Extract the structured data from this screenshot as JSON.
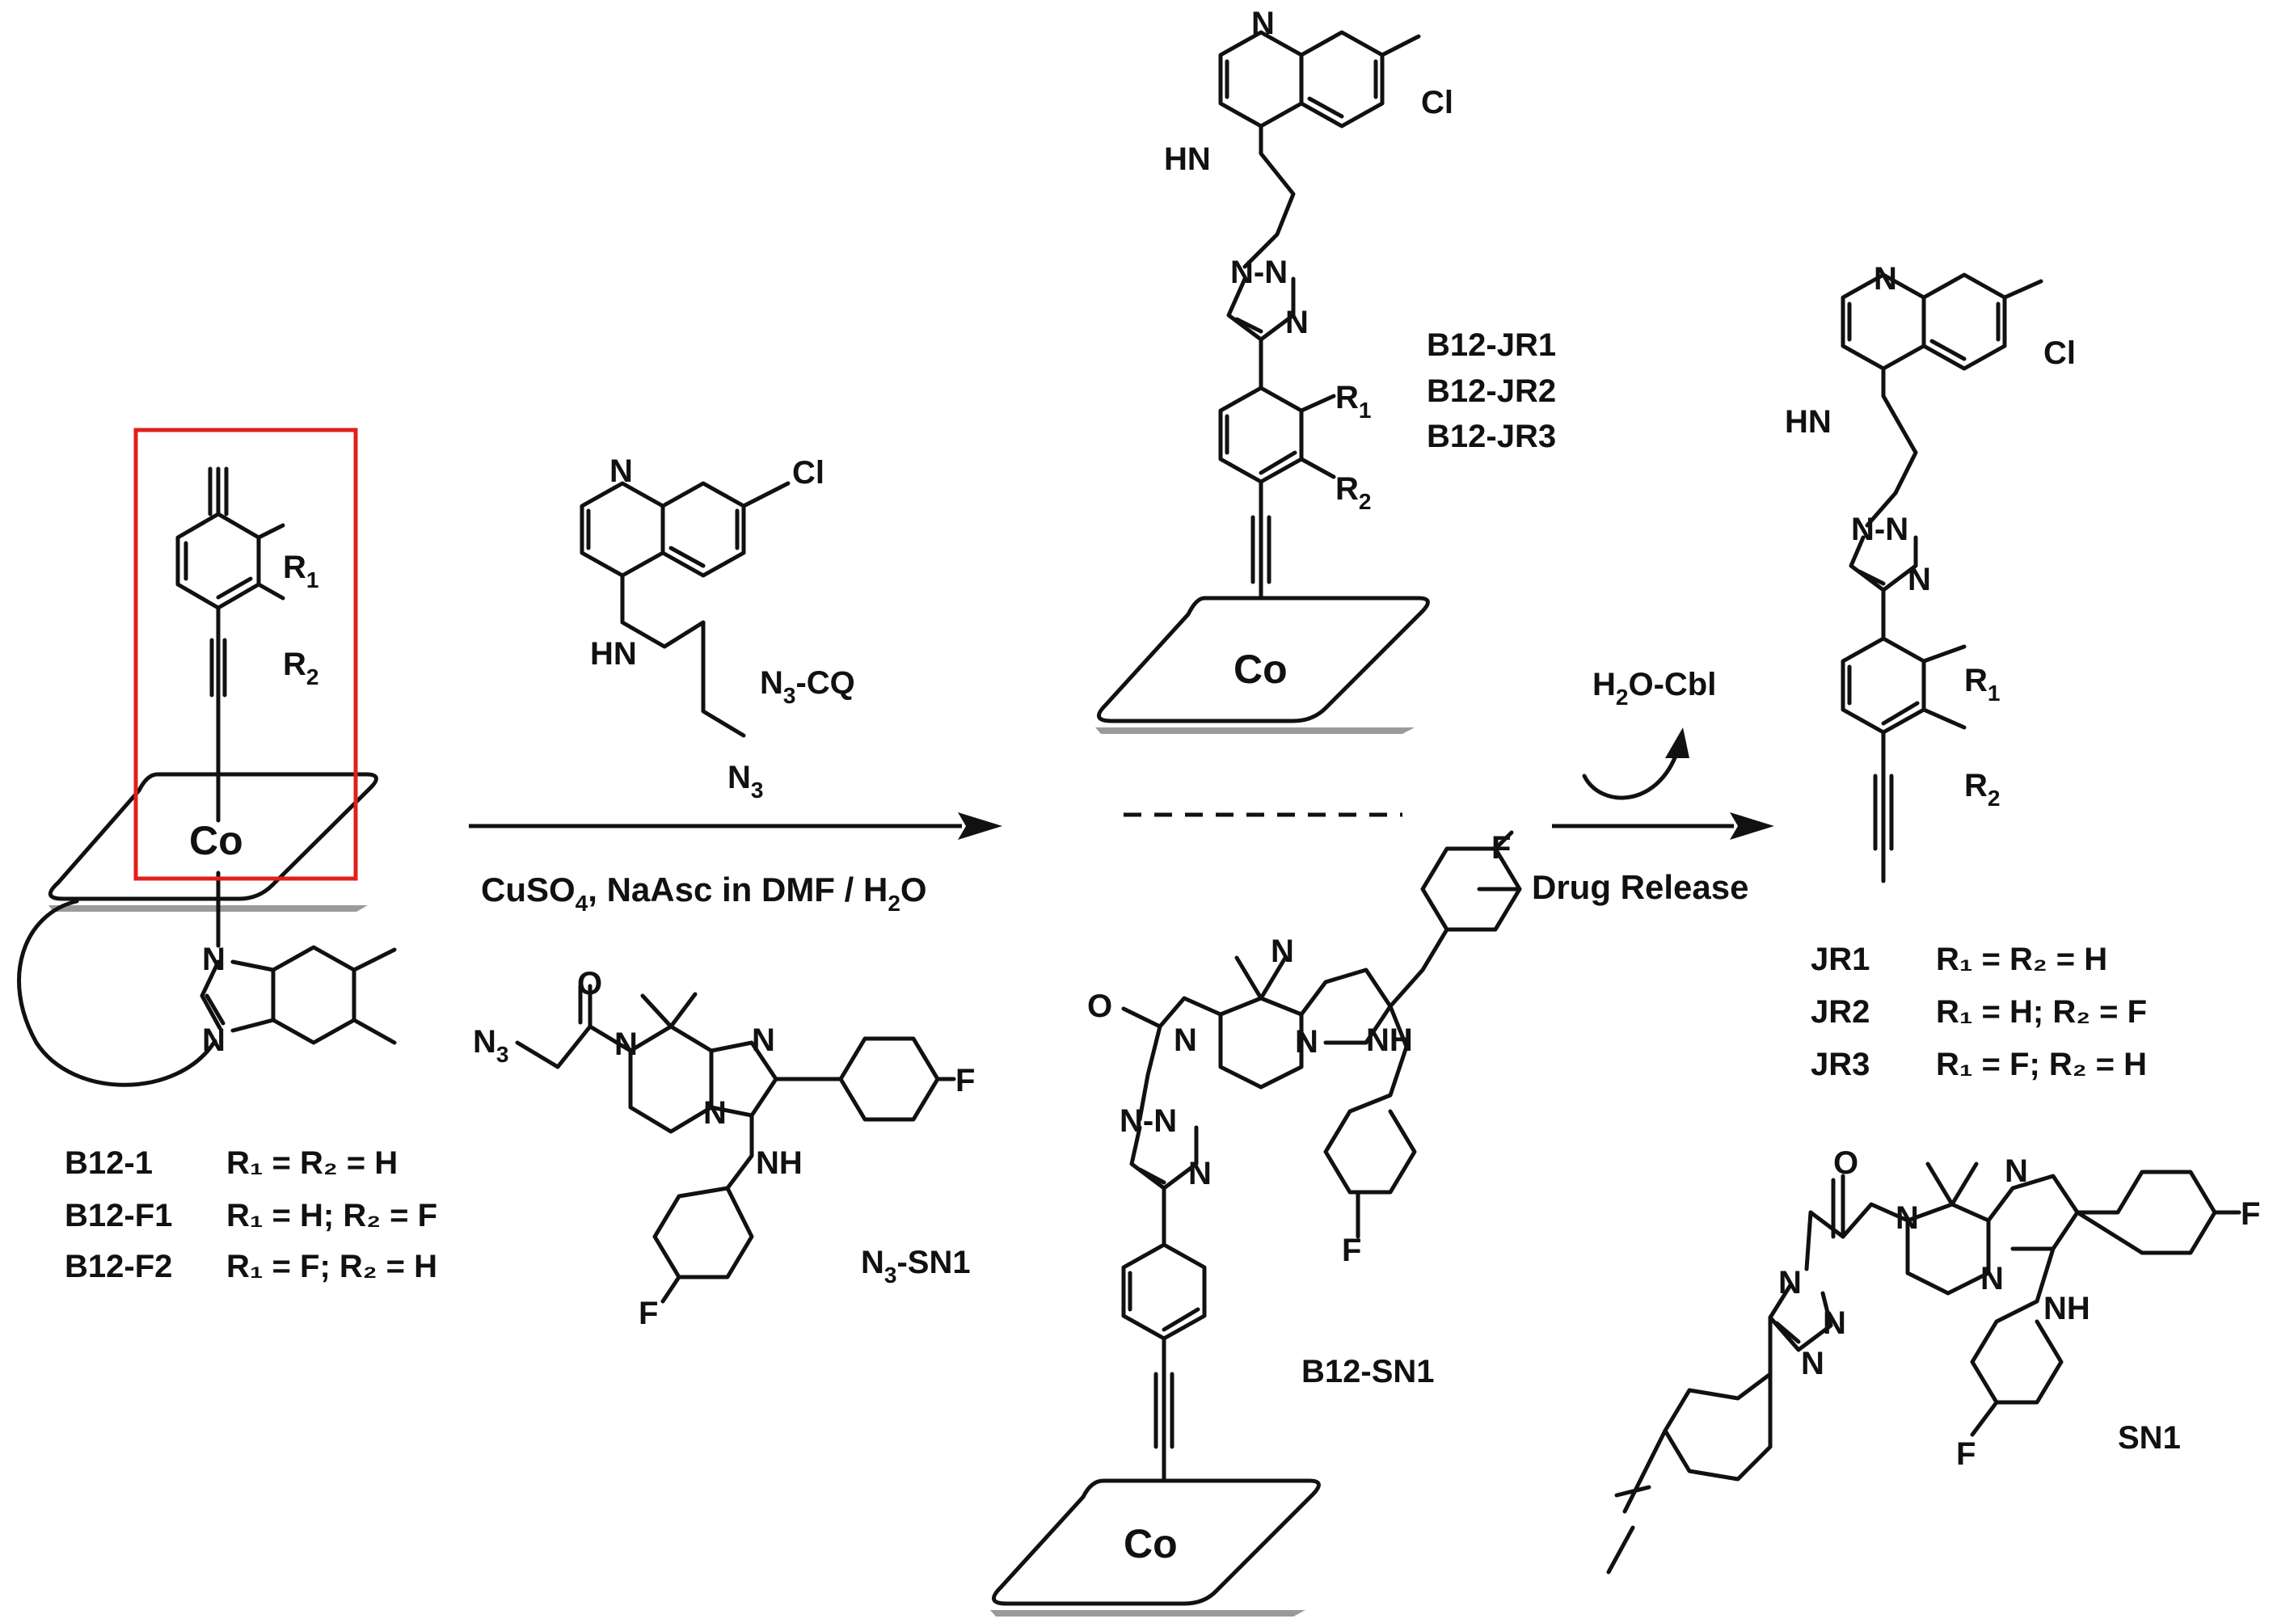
{
  "colors": {
    "ink": "#111111",
    "highlight_box": "#e0201b",
    "shadow": "#9a9a9a"
  },
  "atoms": {
    "N": "N",
    "Cl": "Cl",
    "F": "F",
    "O": "O",
    "HN": "HN",
    "NH": "NH",
    "Co": "Co",
    "R": "R",
    "one": "1",
    "two": "2",
    "three": "3"
  },
  "compounds": {
    "n3_cq": "CQ",
    "n3_sn1": "SN1",
    "b12_sn1": "B12-SN1",
    "sn1": "SN1",
    "b12_jr": [
      "B12-JR1",
      "B12-JR2",
      "B12-JR3"
    ],
    "b12_series": [
      {
        "name": "B12-1",
        "sub": "R₁ = R₂ = H"
      },
      {
        "name": "B12-F1",
        "sub": "R₁ = H; R₂ = F"
      },
      {
        "name": "B12-F2",
        "sub": "R₁ = F; R₂ = H"
      }
    ],
    "jr_series": [
      {
        "name": "JR1",
        "sub": "R₁ = R₂ = H"
      },
      {
        "name": "JR2",
        "sub": "R₁ = H; R₂ = F"
      },
      {
        "name": "JR3",
        "sub": "R₁ = F; R₂ = H"
      }
    ]
  },
  "reaction": {
    "conditions_prefix": "CuSO",
    "conditions_mid": ", NaAsc in DMF / H",
    "conditions_suffix": "O",
    "h2o_cbl_a": "H",
    "h2o_cbl_b": "O-Cbl",
    "release": "Drug Release"
  }
}
